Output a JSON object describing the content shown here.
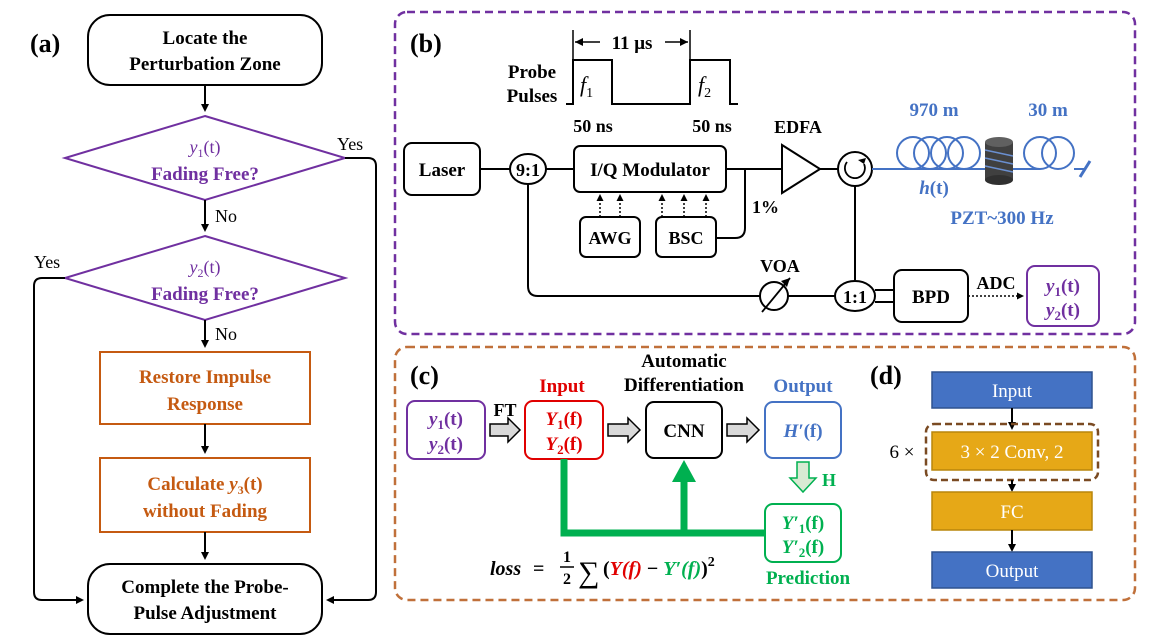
{
  "panel_a": {
    "label": "(a)",
    "box1_line1": "Locate the",
    "box1_line2": "Perturbation Zone",
    "diamond1_math": "y",
    "diamond1_sub": "1",
    "diamond1_arg": "(t)",
    "diamond1_text": "Fading Free?",
    "diamond2_math": "y",
    "diamond2_sub": "2",
    "diamond2_arg": "(t)",
    "diamond2_text": "Fading Free?",
    "yes1": "Yes",
    "no1": "No",
    "yes2": "Yes",
    "no2": "No",
    "box2_line1": "Restore Impulse",
    "box2_line2": "Response",
    "box3_line1_a": "Calculate ",
    "box3_math": "y",
    "box3_sub": "3",
    "box3_arg": "(t)",
    "box3_line2": "without Fading",
    "box4_line1": "Complete the Probe-",
    "box4_line2": "Pulse Adjustment"
  },
  "panel_b": {
    "label": "(b)",
    "pulse_period": "11 μs",
    "probe_line1": "Probe",
    "probe_line2": "Pulses",
    "f1": "f",
    "f1_sub": "1",
    "f2": "f",
    "f2_sub": "2",
    "width1": "50 ns",
    "width2": "50 ns",
    "laser": "Laser",
    "coupler1": "9:1",
    "iq_mod": "I/Q Modulator",
    "edfa": "EDFA",
    "awg": "AWG",
    "bsc": "BSC",
    "tap": "1%",
    "voa": "VOA",
    "coupler2": "1:1",
    "bpd": "BPD",
    "adc": "ADC",
    "out1": "y",
    "out1_sub": "1",
    "out_arg": "(t)",
    "out2": "y",
    "out2_sub": "2",
    "fiber1": "970 m",
    "fiber2": "30 m",
    "h": "h",
    "h_arg": "(t)",
    "pzt": "PZT~300 Hz"
  },
  "panel_c": {
    "label": "(c)",
    "in1": "y",
    "in1_sub": "1",
    "in2": "y",
    "in2_sub": "2",
    "t_arg": "(t)",
    "ft": "FT",
    "input_title": "Input",
    "Y1": "Y",
    "Y1_sub": "1",
    "Y2": "Y",
    "Y2_sub": "2",
    "f_arg": "(f)",
    "auto_line1": "Automatic",
    "auto_line2": "Differentiation",
    "cnn": "CNN",
    "output_title": "Output",
    "Hp": "H′",
    "h_label": "H",
    "Yp1": "Y′",
    "Yp1_sub": "1",
    "Yp2": "Y′",
    "Yp2_sub": "2",
    "prediction": "Prediction",
    "loss_word": "loss",
    "loss_eq": " = ",
    "loss_half_num": "1",
    "loss_half_den": "2",
    "loss_sum": "∑",
    "loss_open": "(",
    "loss_Yf": "Y(f)",
    "loss_minus": " − ",
    "loss_Ypf": "Y′(f)",
    "loss_close": ")",
    "loss_pow": "2"
  },
  "panel_d": {
    "label": "(d)",
    "input": "Input",
    "repeat": "6 ×",
    "conv": "3 × 2 Conv, 2",
    "fc": "FC",
    "output": "Output"
  },
  "colors": {
    "purple": "#7030a0",
    "orange": "#c55a11",
    "blue": "#4472c4",
    "red": "#e00000",
    "green": "#00b050",
    "gold": "#e6a817",
    "dblue": "#4472c4",
    "dash_purple": "#7030a0",
    "dash_brown": "#c0703a"
  }
}
